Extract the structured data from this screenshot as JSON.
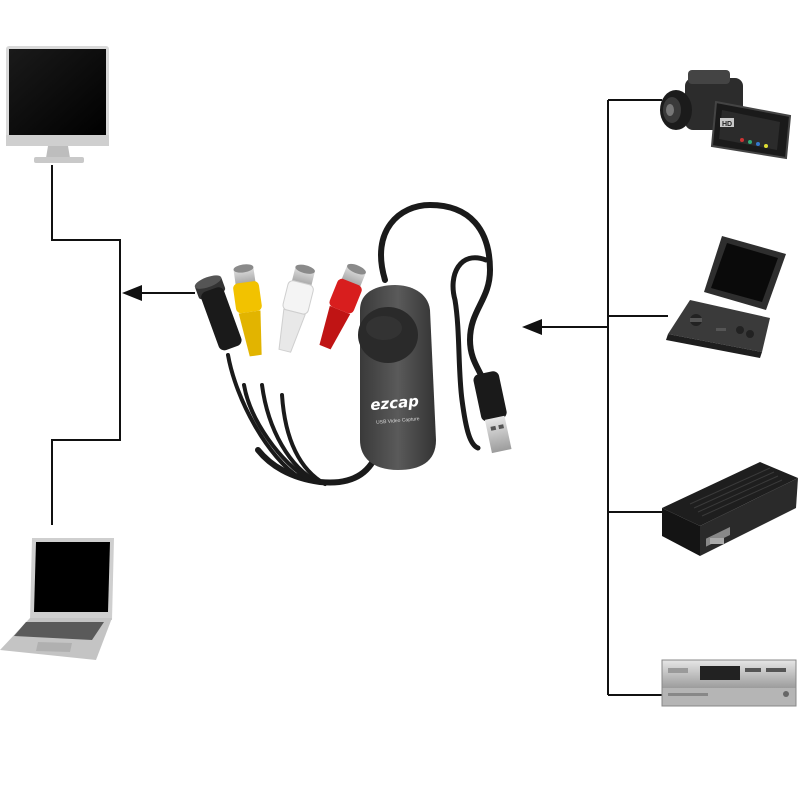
{
  "diagram": {
    "device": {
      "brand_label": "ezcap",
      "subtitle": "USB Video Capture",
      "connectors": [
        "s-video",
        "composite-yellow",
        "audio-white",
        "audio-red",
        "usb-a"
      ]
    },
    "outputs": [
      "desktop-monitor",
      "laptop"
    ],
    "sources": [
      "camcorder",
      "handheld-game-console",
      "set-top-box",
      "dvd-player"
    ],
    "camcorder_badge": "HD",
    "arrows": {
      "to_outputs": "left",
      "from_sources": "left"
    },
    "colors": {
      "line": "#111111",
      "device_body": "#4a4a4a",
      "rca_yellow": "#f2c200",
      "rca_red": "#d81e1e",
      "rca_white": "#f4f4f4"
    }
  }
}
